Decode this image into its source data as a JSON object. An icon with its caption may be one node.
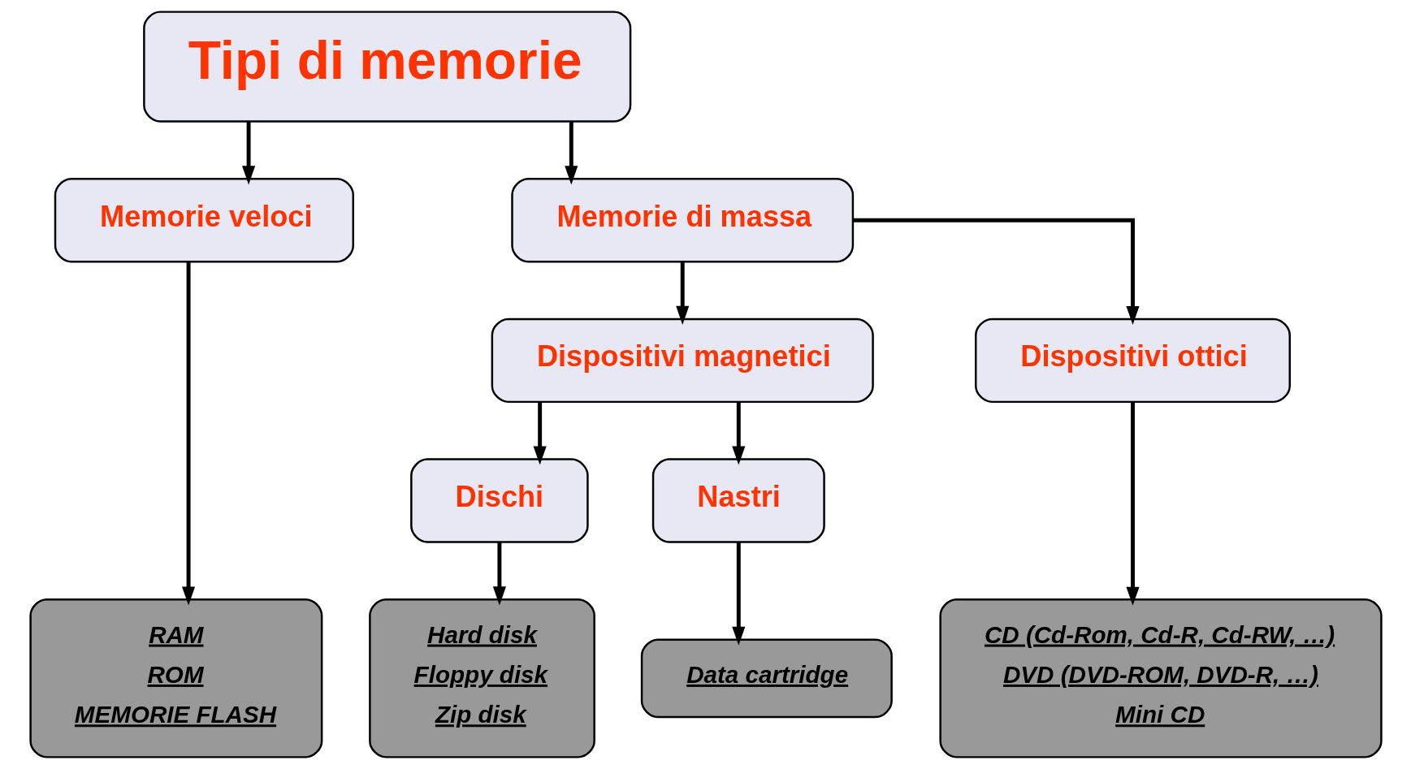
{
  "diagram": {
    "nodes": [
      {
        "text": [
          "Tipi di memorie"
        ]
      },
      {
        "text": [
          "Memorie veloci"
        ]
      },
      {
        "text": [
          "Memorie di massa"
        ]
      },
      {
        "text": [
          "Dispositivi magnetici"
        ]
      },
      {
        "text": [
          "Dispositivi ottici"
        ]
      },
      {
        "text": [
          "Dischi"
        ]
      },
      {
        "text": [
          "Nastri"
        ]
      },
      {
        "text": [
          "RAM",
          "ROM",
          "MEMORIE FLASH"
        ]
      },
      {
        "text": [
          "Hard disk",
          "Floppy disk",
          "Zip disk"
        ]
      },
      {
        "text": [
          "Data cartridge"
        ]
      },
      {
        "text": [
          "CD (Cd-Rom, Cd-R, Cd-RW, …)",
          "DVD (DVD-ROM, DVD-R, …)",
          "Mini CD"
        ]
      }
    ],
    "edges": [
      {
        "from": 0,
        "to": 1,
        "arrow": "to"
      },
      {
        "from": 0,
        "to": 2,
        "arrow": "to"
      },
      {
        "from": 1,
        "to": 7,
        "arrow": "to"
      },
      {
        "from": 2,
        "to": 3,
        "arrow": "to"
      },
      {
        "from": 2,
        "to": 4,
        "arrow": "to"
      },
      {
        "from": 3,
        "to": 5,
        "arrow": "to"
      },
      {
        "from": 3,
        "to": 6,
        "arrow": "to"
      },
      {
        "from": 5,
        "to": 8,
        "arrow": "to"
      },
      {
        "from": 6,
        "to": 9,
        "arrow": "to"
      },
      {
        "from": 4,
        "to": 10,
        "arrow": "to"
      }
    ]
  }
}
